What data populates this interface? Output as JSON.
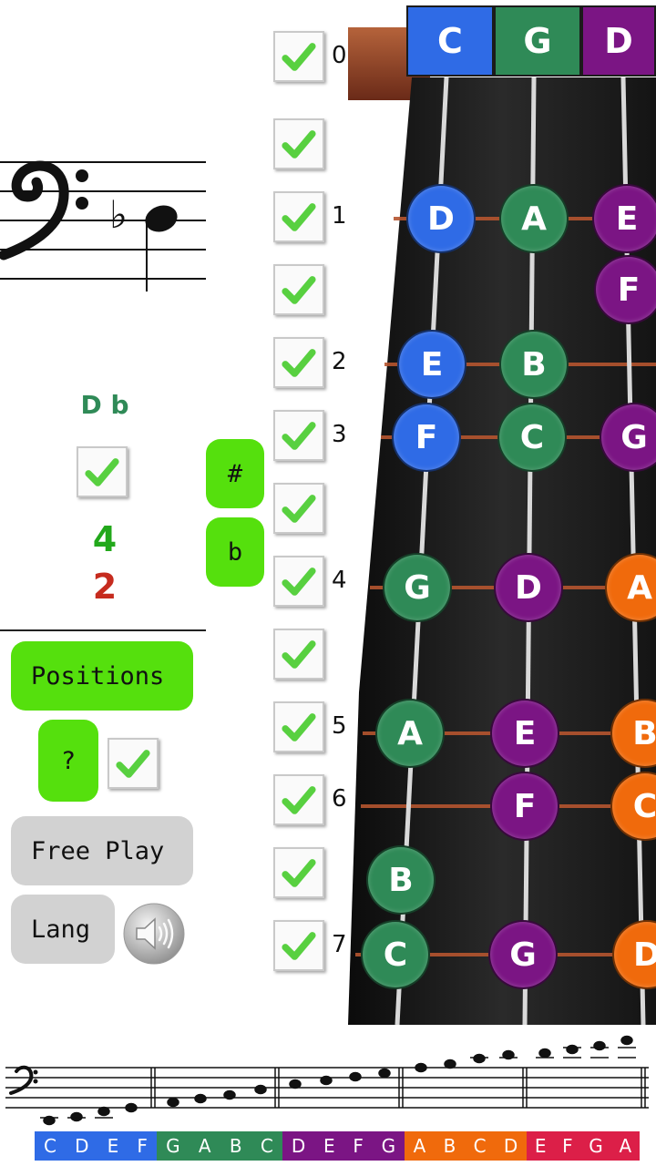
{
  "current_note": {
    "name": "D b",
    "enabled": true
  },
  "score": {
    "correct": "4",
    "wrong": "2"
  },
  "buttons": {
    "sharp": "#",
    "flat": "b",
    "positions": "Positions",
    "help": "?",
    "free_play": "Free Play",
    "lang": "Lang"
  },
  "help_checkbox_checked": true,
  "sound_icon": "speaker-icon",
  "frets": [
    {
      "label": "0",
      "checked": true
    },
    {
      "label": "",
      "checked": true
    },
    {
      "label": "1",
      "checked": true
    },
    {
      "label": "",
      "checked": true
    },
    {
      "label": "2",
      "checked": true
    },
    {
      "label": "3",
      "checked": true
    },
    {
      "label": "",
      "checked": true
    },
    {
      "label": "4",
      "checked": true
    },
    {
      "label": "",
      "checked": true
    },
    {
      "label": "5",
      "checked": true
    },
    {
      "label": "6",
      "checked": true
    },
    {
      "label": "",
      "checked": true
    },
    {
      "label": "7",
      "checked": true
    }
  ],
  "open_strings": [
    "C",
    "G",
    "D"
  ],
  "fretboard_notes": {
    "string1": [
      "D",
      "E",
      "F",
      "G",
      "A",
      "B",
      "C"
    ],
    "string2": [
      "A",
      "B",
      "C",
      "D",
      "E",
      "F",
      "G"
    ],
    "string3": [
      "E",
      "F",
      "G",
      "A",
      "B",
      "C",
      "D"
    ]
  },
  "scale_strip": [
    {
      "notes": "C D E F",
      "color": "#2f6be6"
    },
    {
      "notes": "G A B C",
      "color": "#2f8a57"
    },
    {
      "notes": "D E F G",
      "color": "#7b1584"
    },
    {
      "notes": "A B C D",
      "color": "#f06a0c"
    },
    {
      "notes": "E F G A",
      "color": "#dc1f48"
    }
  ],
  "colors": {
    "string_C": "#2f6be6",
    "string_G": "#2f8a57",
    "string_D": "#7b1584",
    "string_A": "#f06a0c",
    "button_green": "#55e00d",
    "button_gray": "#d2d2d2"
  }
}
